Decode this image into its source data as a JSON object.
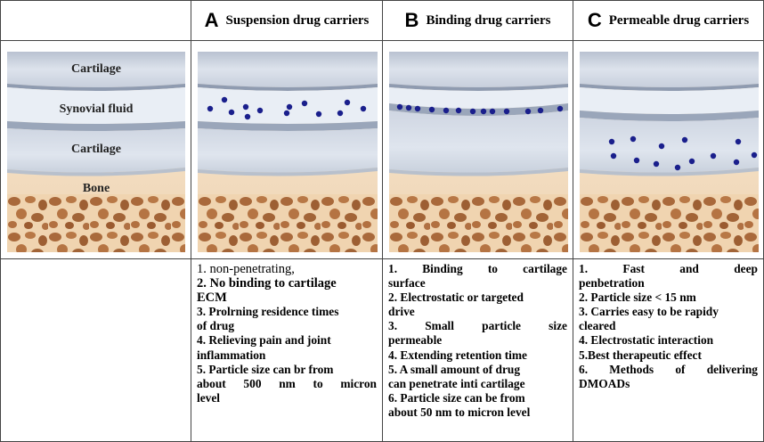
{
  "columns": [
    {
      "letter": "A",
      "title": "Suspension drug carriers"
    },
    {
      "letter": "B",
      "title": "Binding drug carriers"
    },
    {
      "letter": "C",
      "title": "Permeable drug carriers"
    }
  ],
  "layer_labels": {
    "cartilage_top": "Cartilage",
    "synovial": "Synovial fluid",
    "cartilage_bottom": "Cartilage",
    "bone": "Bone"
  },
  "descriptions": {
    "A": [
      "1. non-penetrating,",
      "2. No binding to cartilage",
      "ECM",
      "3. Prolrning residence times",
      "of drug",
      "4. Relieving pain and joint",
      "inflammation",
      "5. Particle size can br from",
      "about 500 nm to micron",
      "level"
    ],
    "B": [
      "1. Binding to cartilage",
      "surface",
      "2. Electrostatic or targeted",
      "drive",
      "3. Small particle size",
      "permeable",
      "4. Extending retention time",
      "5. A small amount of drug",
      "can penetrate inti cartilage",
      "6. Particle size can be from",
      "about 50 nm to micron level"
    ],
    "C": [
      "1. Fast and deep",
      "penbetration",
      "2. Particle size < 15 nm",
      "3. Carries easy to be rapidy",
      "cleared",
      "4. Electrostatic interaction",
      "5.Best therapeutic effect",
      "6. Methods of delivering",
      "DMOADs"
    ]
  },
  "colors": {
    "particle": "#1a1f8c",
    "cartilage": "#d3dae6",
    "synovial": "#e6ecf3",
    "bone_bg": "#f2dcc0",
    "bone_pore": "#a8683a"
  }
}
